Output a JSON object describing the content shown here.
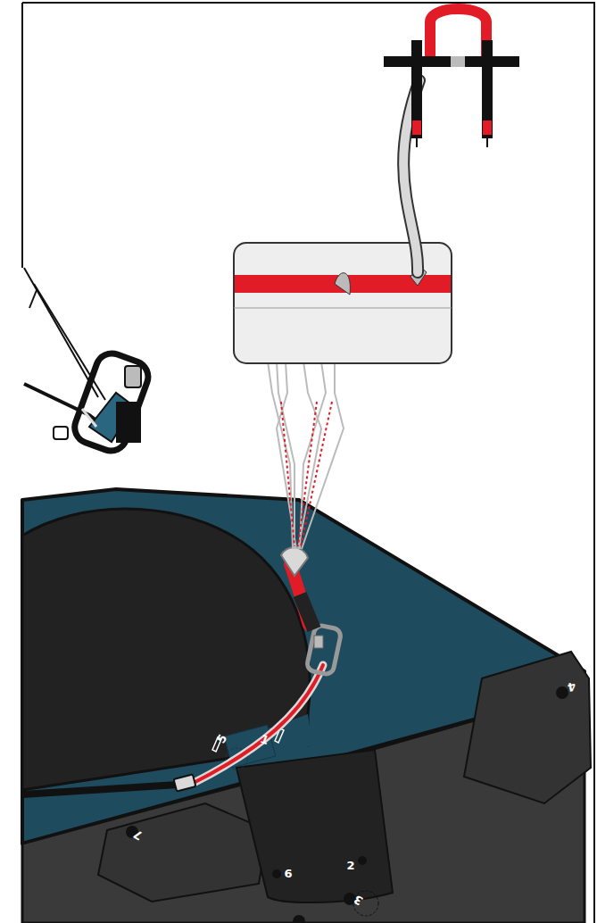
{
  "diagram": {
    "labels": [
      "1",
      "5",
      "4",
      "7",
      "2",
      "6",
      "3"
    ]
  }
}
